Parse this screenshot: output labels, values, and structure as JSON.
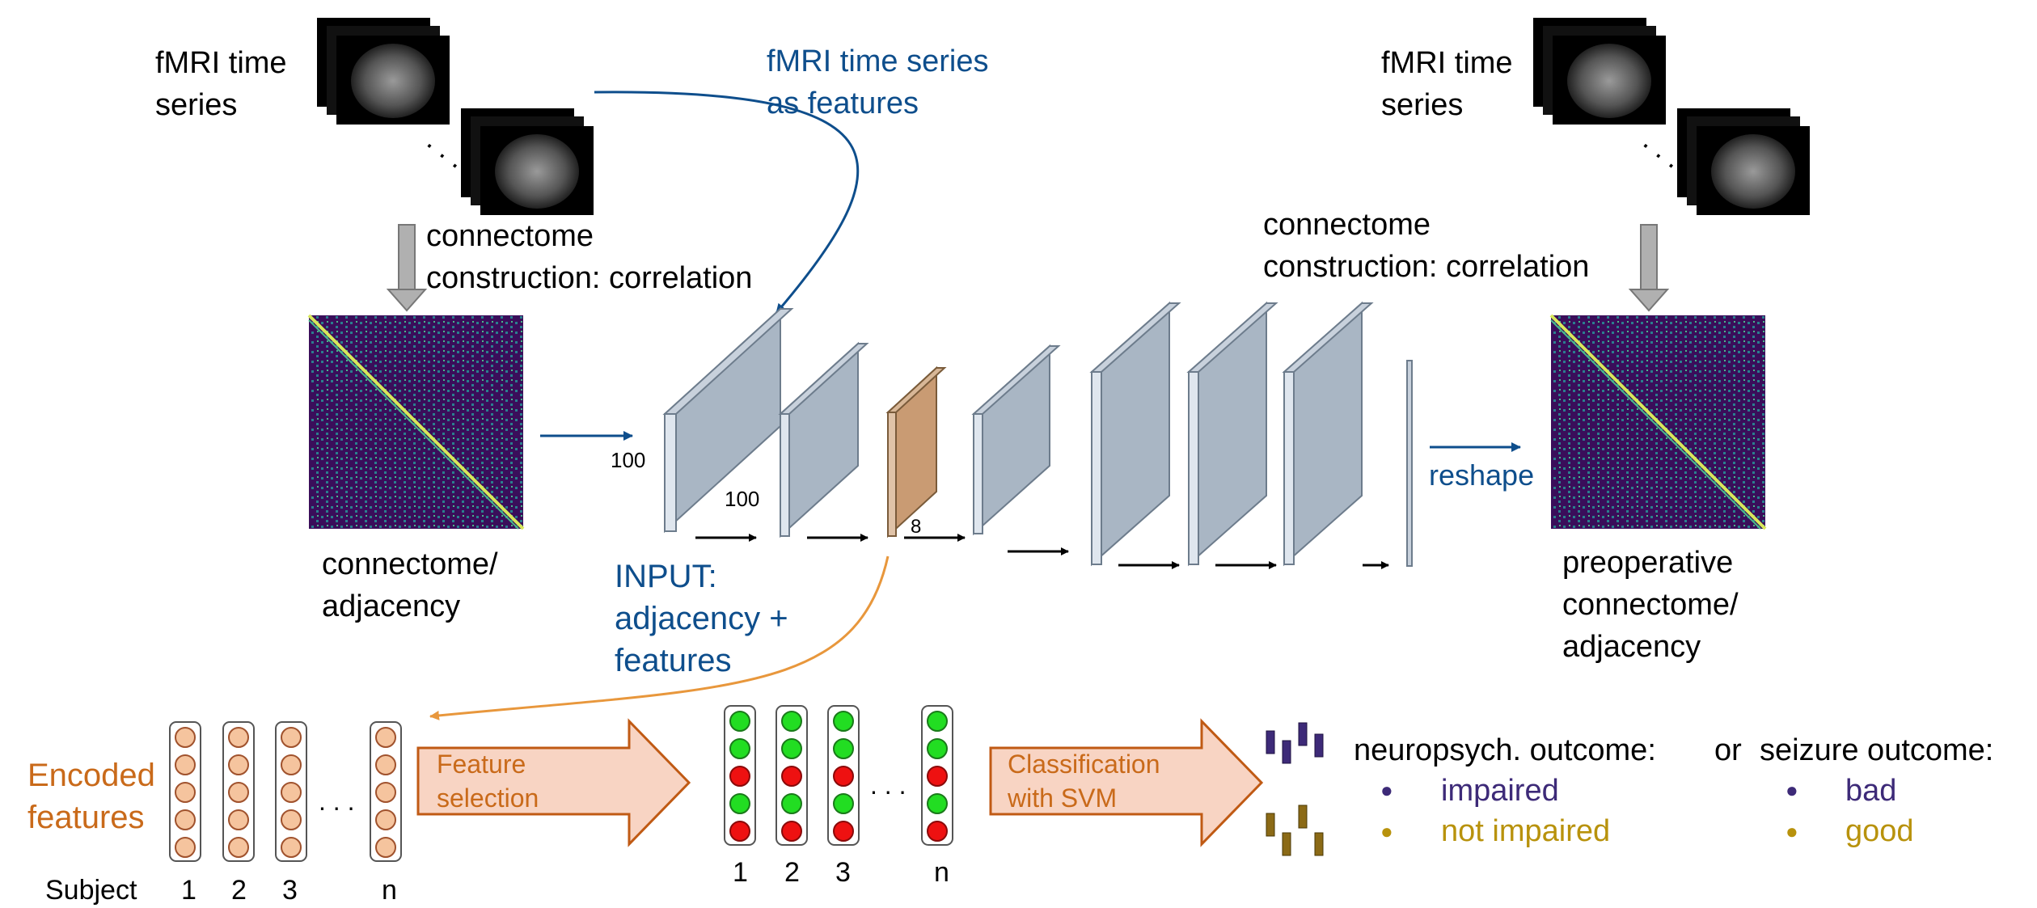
{
  "colors": {
    "text": "#000000",
    "blue": "#0e4e8c",
    "orange": "#c96a1a",
    "orange_arrow": "#e8973c",
    "layer_fill": "#a9b6c4",
    "layer_side": "#dfe6ee",
    "layer_top": "#c8d1dc",
    "encoded_layer": "#c99b73",
    "big_arrow_fill": "#f8d4c3",
    "big_arrow_stroke": "#c05a14",
    "node_fill": "#f5c49e",
    "node_green": "#22dd22",
    "node_red": "#ee1111",
    "purple": "#3d2a78",
    "gold": "#b8920c",
    "matrix_bg": "#3a0e5a"
  },
  "left_input": {
    "label_line1": "fMRI time",
    "label_line2": "series",
    "ellipsis": ". . .",
    "construction_line1": "connectome",
    "construction_line2": "construction: correlation",
    "adjacency_line1": "connectome/",
    "adjacency_line2": "adjacency"
  },
  "features_arrow": {
    "line1": "fMRI time series",
    "line2": "as features"
  },
  "input_label": {
    "line1": "INPUT:",
    "line2": "adjacency +",
    "line3": "features"
  },
  "dims": {
    "d1": "100",
    "d2": "100",
    "d3": "8"
  },
  "right_output": {
    "label_line1": "fMRI time",
    "label_line2": "series",
    "ellipsis": ". . .",
    "construction_line1": "connectome",
    "construction_line2": "construction: correlation",
    "reshape": "reshape",
    "adjacency_line1": "preoperative",
    "adjacency_line2": "connectome/",
    "adjacency_line3": "adjacency"
  },
  "bottom": {
    "encoded_line1": "Encoded",
    "encoded_line2": "features",
    "subject_label": "Subject",
    "subjects": [
      "1",
      "2",
      "3",
      "n"
    ],
    "dots": ". . .",
    "feature_selection_line1": "Feature",
    "feature_selection_line2": "selection",
    "classification_line1": "Classification",
    "classification_line2": "with SVM"
  },
  "legend": {
    "neuro_title": "neuropsych. outcome:",
    "or_text": "or",
    "seizure_title": "seizure outcome:",
    "neuro_items": [
      "impaired",
      "not impaired"
    ],
    "seizure_items": [
      "bad",
      "good"
    ],
    "bullet": "●"
  }
}
